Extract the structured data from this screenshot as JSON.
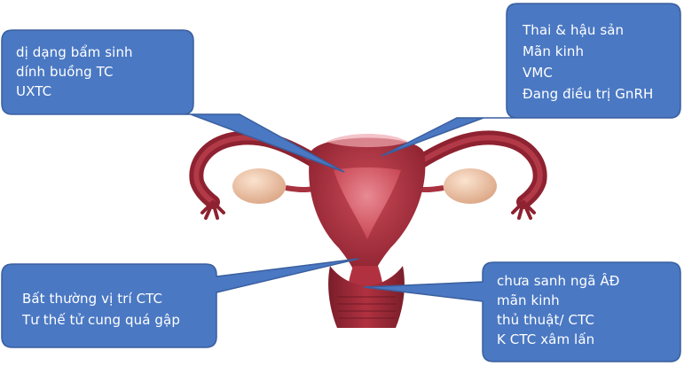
{
  "callouts": {
    "top_left": {
      "lines": [
        "dị dạng bẩm sinh",
        "dính buồng TC",
        "UXTC"
      ]
    },
    "top_right": {
      "lines": [
        "Thai  & hậu sản",
        "Mãn kinh",
        "VMC",
        "Đang điều trị GnRH"
      ]
    },
    "bottom_left": {
      "lines": [
        "Bất thường vị trí CTC",
        "Tư thế tử cung quá gập"
      ]
    },
    "bottom_right": {
      "lines": [
        "chưa sanh ngã  ÂĐ",
        "mãn kinh",
        "thủ thuật/ CTC",
        "K CTC xâm lấn"
      ]
    }
  },
  "colors": {
    "callout_fill": "#4a78c3",
    "callout_stroke": "#3a5f9e",
    "tissue_dark": "#8e2230",
    "tissue_mid": "#c23c4a",
    "tissue_light": "#e27a84",
    "ovary": "#f3c7a8"
  }
}
